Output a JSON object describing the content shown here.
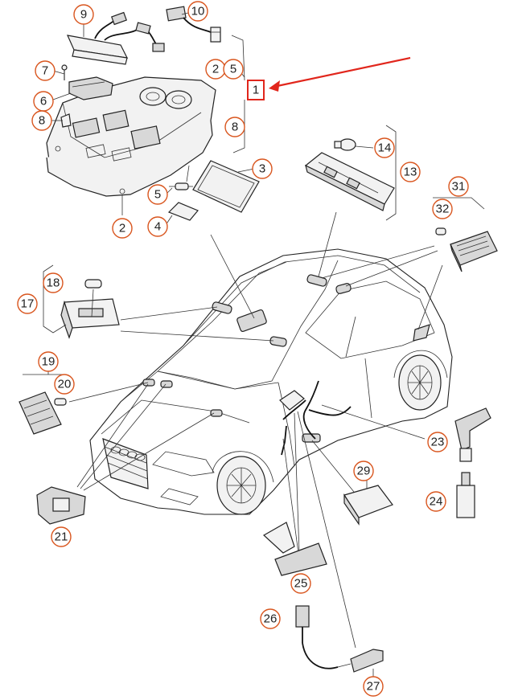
{
  "diagram": {
    "highlight": {
      "label": "1",
      "color": "#e1261c"
    },
    "accent_color": "#d9561f",
    "callouts": [
      "9",
      "10",
      "7",
      "2",
      "5",
      "6",
      "8",
      "1",
      "8",
      "3",
      "14",
      "13",
      "5",
      "4",
      "2",
      "31",
      "32",
      "18",
      "17",
      "19",
      "20",
      "21",
      "23",
      "29",
      "24",
      "25",
      "26",
      "27"
    ]
  }
}
